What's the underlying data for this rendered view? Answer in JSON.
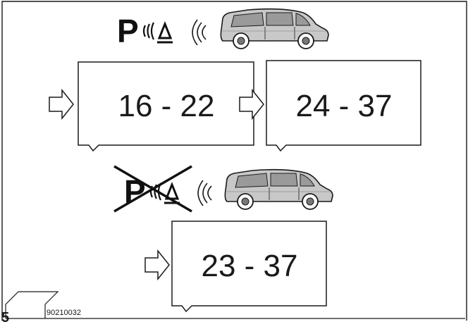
{
  "ranges": {
    "with_sensor_step1": "16 - 22",
    "with_sensor_step2": "24 - 37",
    "without_sensor": "23 - 37"
  },
  "sensor_symbol_letter": "P",
  "figure_code": "90210032",
  "figure_number": "5",
  "colors": {
    "line": "#1a1a1a",
    "car_body": "#c8c8c8",
    "window": "#9a9a9a"
  },
  "icons": [
    "parking-sensor-icon",
    "sound-waves-icon",
    "car-icon",
    "arrow-right-icon",
    "crossed-out-icon"
  ]
}
